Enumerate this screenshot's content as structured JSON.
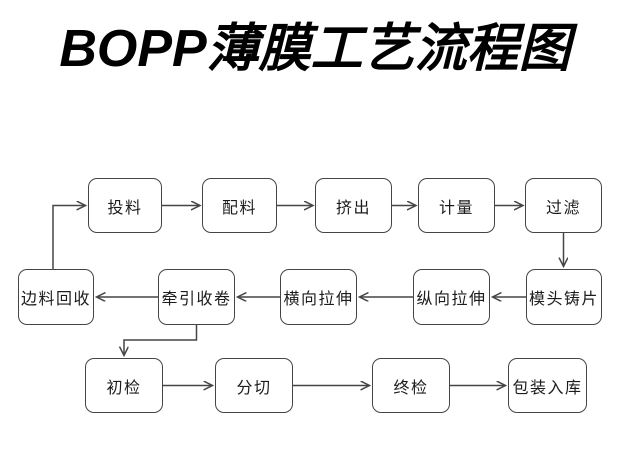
{
  "title": "BOPP薄膜工艺流程图",
  "flowchart": {
    "nodes": [
      {
        "id": "touliao",
        "label": "投料"
      },
      {
        "id": "peiliao",
        "label": "配料"
      },
      {
        "id": "jichu",
        "label": "挤出"
      },
      {
        "id": "jiliang",
        "label": "计量"
      },
      {
        "id": "guolv",
        "label": "过滤"
      },
      {
        "id": "motou",
        "label": "模头铸片"
      },
      {
        "id": "zongxiang",
        "label": "纵向拉伸"
      },
      {
        "id": "hengxiang",
        "label": "横向拉伸"
      },
      {
        "id": "qianyin",
        "label": "牵引收卷"
      },
      {
        "id": "bianliao",
        "label": "边料回收"
      },
      {
        "id": "chujian",
        "label": "初检"
      },
      {
        "id": "fenqie",
        "label": "分切"
      },
      {
        "id": "zhongjian",
        "label": "终检"
      },
      {
        "id": "baozhuang",
        "label": "包装入库"
      }
    ],
    "edges": [
      {
        "from": "touliao",
        "to": "peiliao"
      },
      {
        "from": "peiliao",
        "to": "jichu"
      },
      {
        "from": "jichu",
        "to": "jiliang"
      },
      {
        "from": "jiliang",
        "to": "guolv"
      },
      {
        "from": "guolv",
        "to": "motou"
      },
      {
        "from": "motou",
        "to": "zongxiang"
      },
      {
        "from": "zongxiang",
        "to": "hengxiang"
      },
      {
        "from": "hengxiang",
        "to": "qianyin"
      },
      {
        "from": "qianyin",
        "to": "bianliao"
      },
      {
        "from": "bianliao",
        "to": "touliao"
      },
      {
        "from": "qianyin",
        "to": "chujian"
      },
      {
        "from": "chujian",
        "to": "fenqie"
      },
      {
        "from": "fenqie",
        "to": "zhongjian"
      },
      {
        "from": "zhongjian",
        "to": "baozhuang"
      }
    ],
    "colors": {
      "title": "#000000",
      "box_border": "#454545",
      "box_fill": "#ffffff",
      "line": "#454545",
      "text": "#1c1c1c",
      "background": "#ffffff"
    }
  }
}
